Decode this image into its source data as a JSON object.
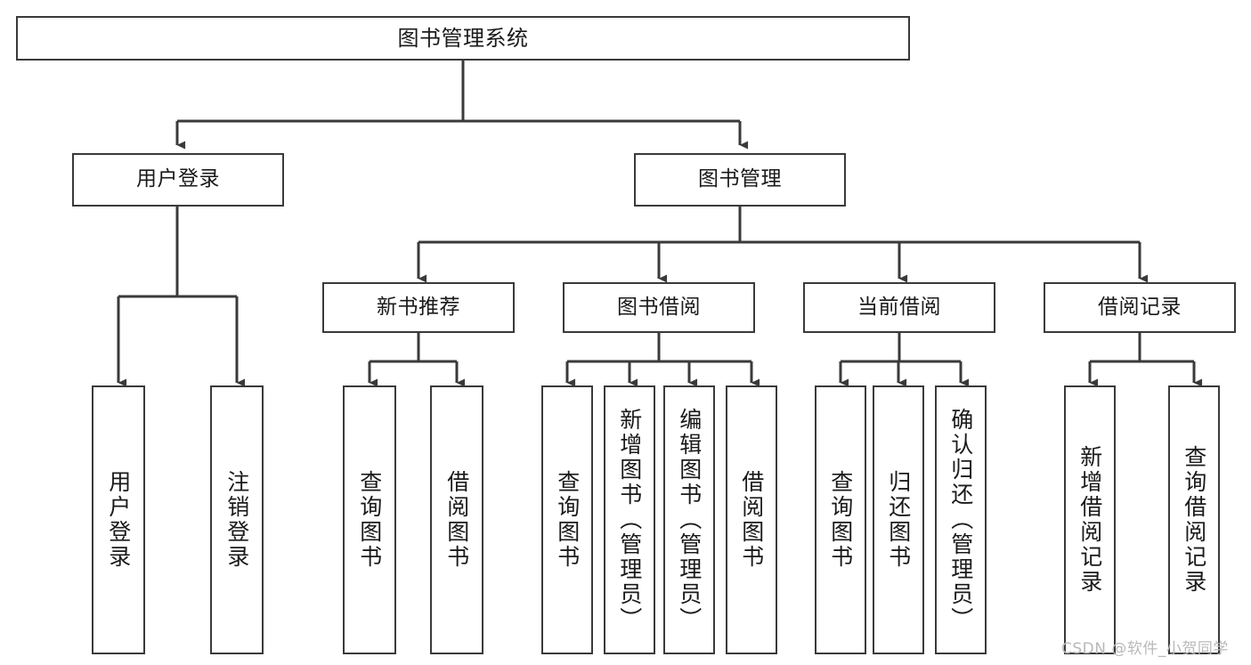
{
  "diagram": {
    "title": "图书管理系统",
    "type": "tree-hierarchy",
    "levels": 4,
    "stroke_color": "#3a3a3a",
    "background_color": "#ffffff",
    "text_color": "#1a1a1a"
  },
  "nodes": {
    "root": {
      "label": "图书管理系统"
    },
    "level2": [
      {
        "label": "用户登录"
      },
      {
        "label": "图书管理"
      }
    ],
    "level3": [
      {
        "label": "新书推荐"
      },
      {
        "label": "图书借阅"
      },
      {
        "label": "当前借阅"
      },
      {
        "label": "借阅记录"
      }
    ],
    "leaves_user_login": [
      {
        "label": "用户登录"
      },
      {
        "label": "注销登录"
      }
    ],
    "leaves_new_book": [
      {
        "label": "查询图书"
      },
      {
        "label": "借阅图书"
      }
    ],
    "leaves_borrow": [
      {
        "label": "查询图书"
      },
      {
        "label": "新增图书（管理员）"
      },
      {
        "label": "编辑图书（管理员）"
      },
      {
        "label": "借阅图书"
      }
    ],
    "leaves_current": [
      {
        "label": "查询图书"
      },
      {
        "label": "归还图书"
      },
      {
        "label": "确认归还（管理员）"
      }
    ],
    "leaves_record": [
      {
        "label": "新增借阅记录"
      },
      {
        "label": "查询借阅记录"
      }
    ]
  },
  "watermark": {
    "text": "CSDN @软件_小贺同学"
  }
}
